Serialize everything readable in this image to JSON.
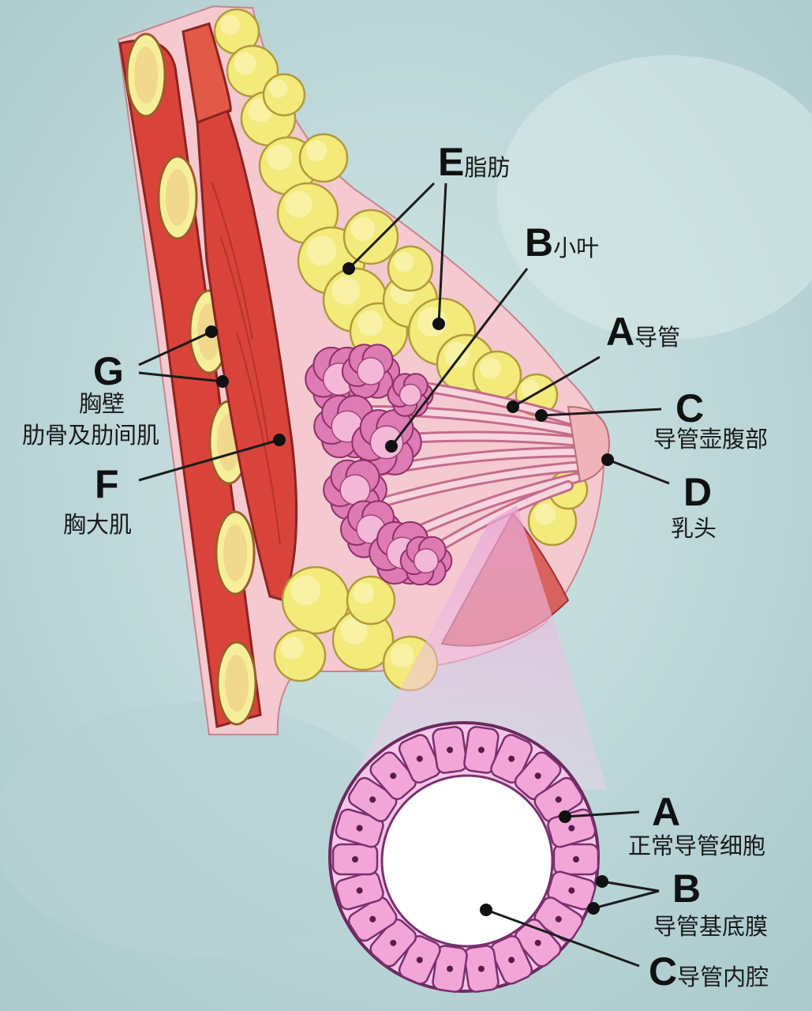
{
  "labels": {
    "E": {
      "letter": "E",
      "text": "脂肪"
    },
    "B": {
      "letter": "B",
      "text": "小叶"
    },
    "A": {
      "letter": "A",
      "text": "导管"
    },
    "C": {
      "letter": "C",
      "text": "导管壶腹部"
    },
    "D": {
      "letter": "D",
      "text": "乳头"
    },
    "G": {
      "letter": "G",
      "line1": "胸壁",
      "line2": "肋骨及肋间肌"
    },
    "F": {
      "letter": "F",
      "text": "胸大肌"
    }
  },
  "inset": {
    "A": {
      "letter": "A",
      "text": "正常导管细胞"
    },
    "B": {
      "letter": "B",
      "text": "导管基底膜"
    },
    "C": {
      "letter": "C",
      "text": "导管内腔"
    }
  },
  "colors": {
    "background": "#c4dcdc",
    "muscle": "#d9433a",
    "fat": "#f2ea7a",
    "lobule": "#dd7bb2",
    "skin": "#f4c9cf",
    "cell": "#f2a6d8"
  }
}
